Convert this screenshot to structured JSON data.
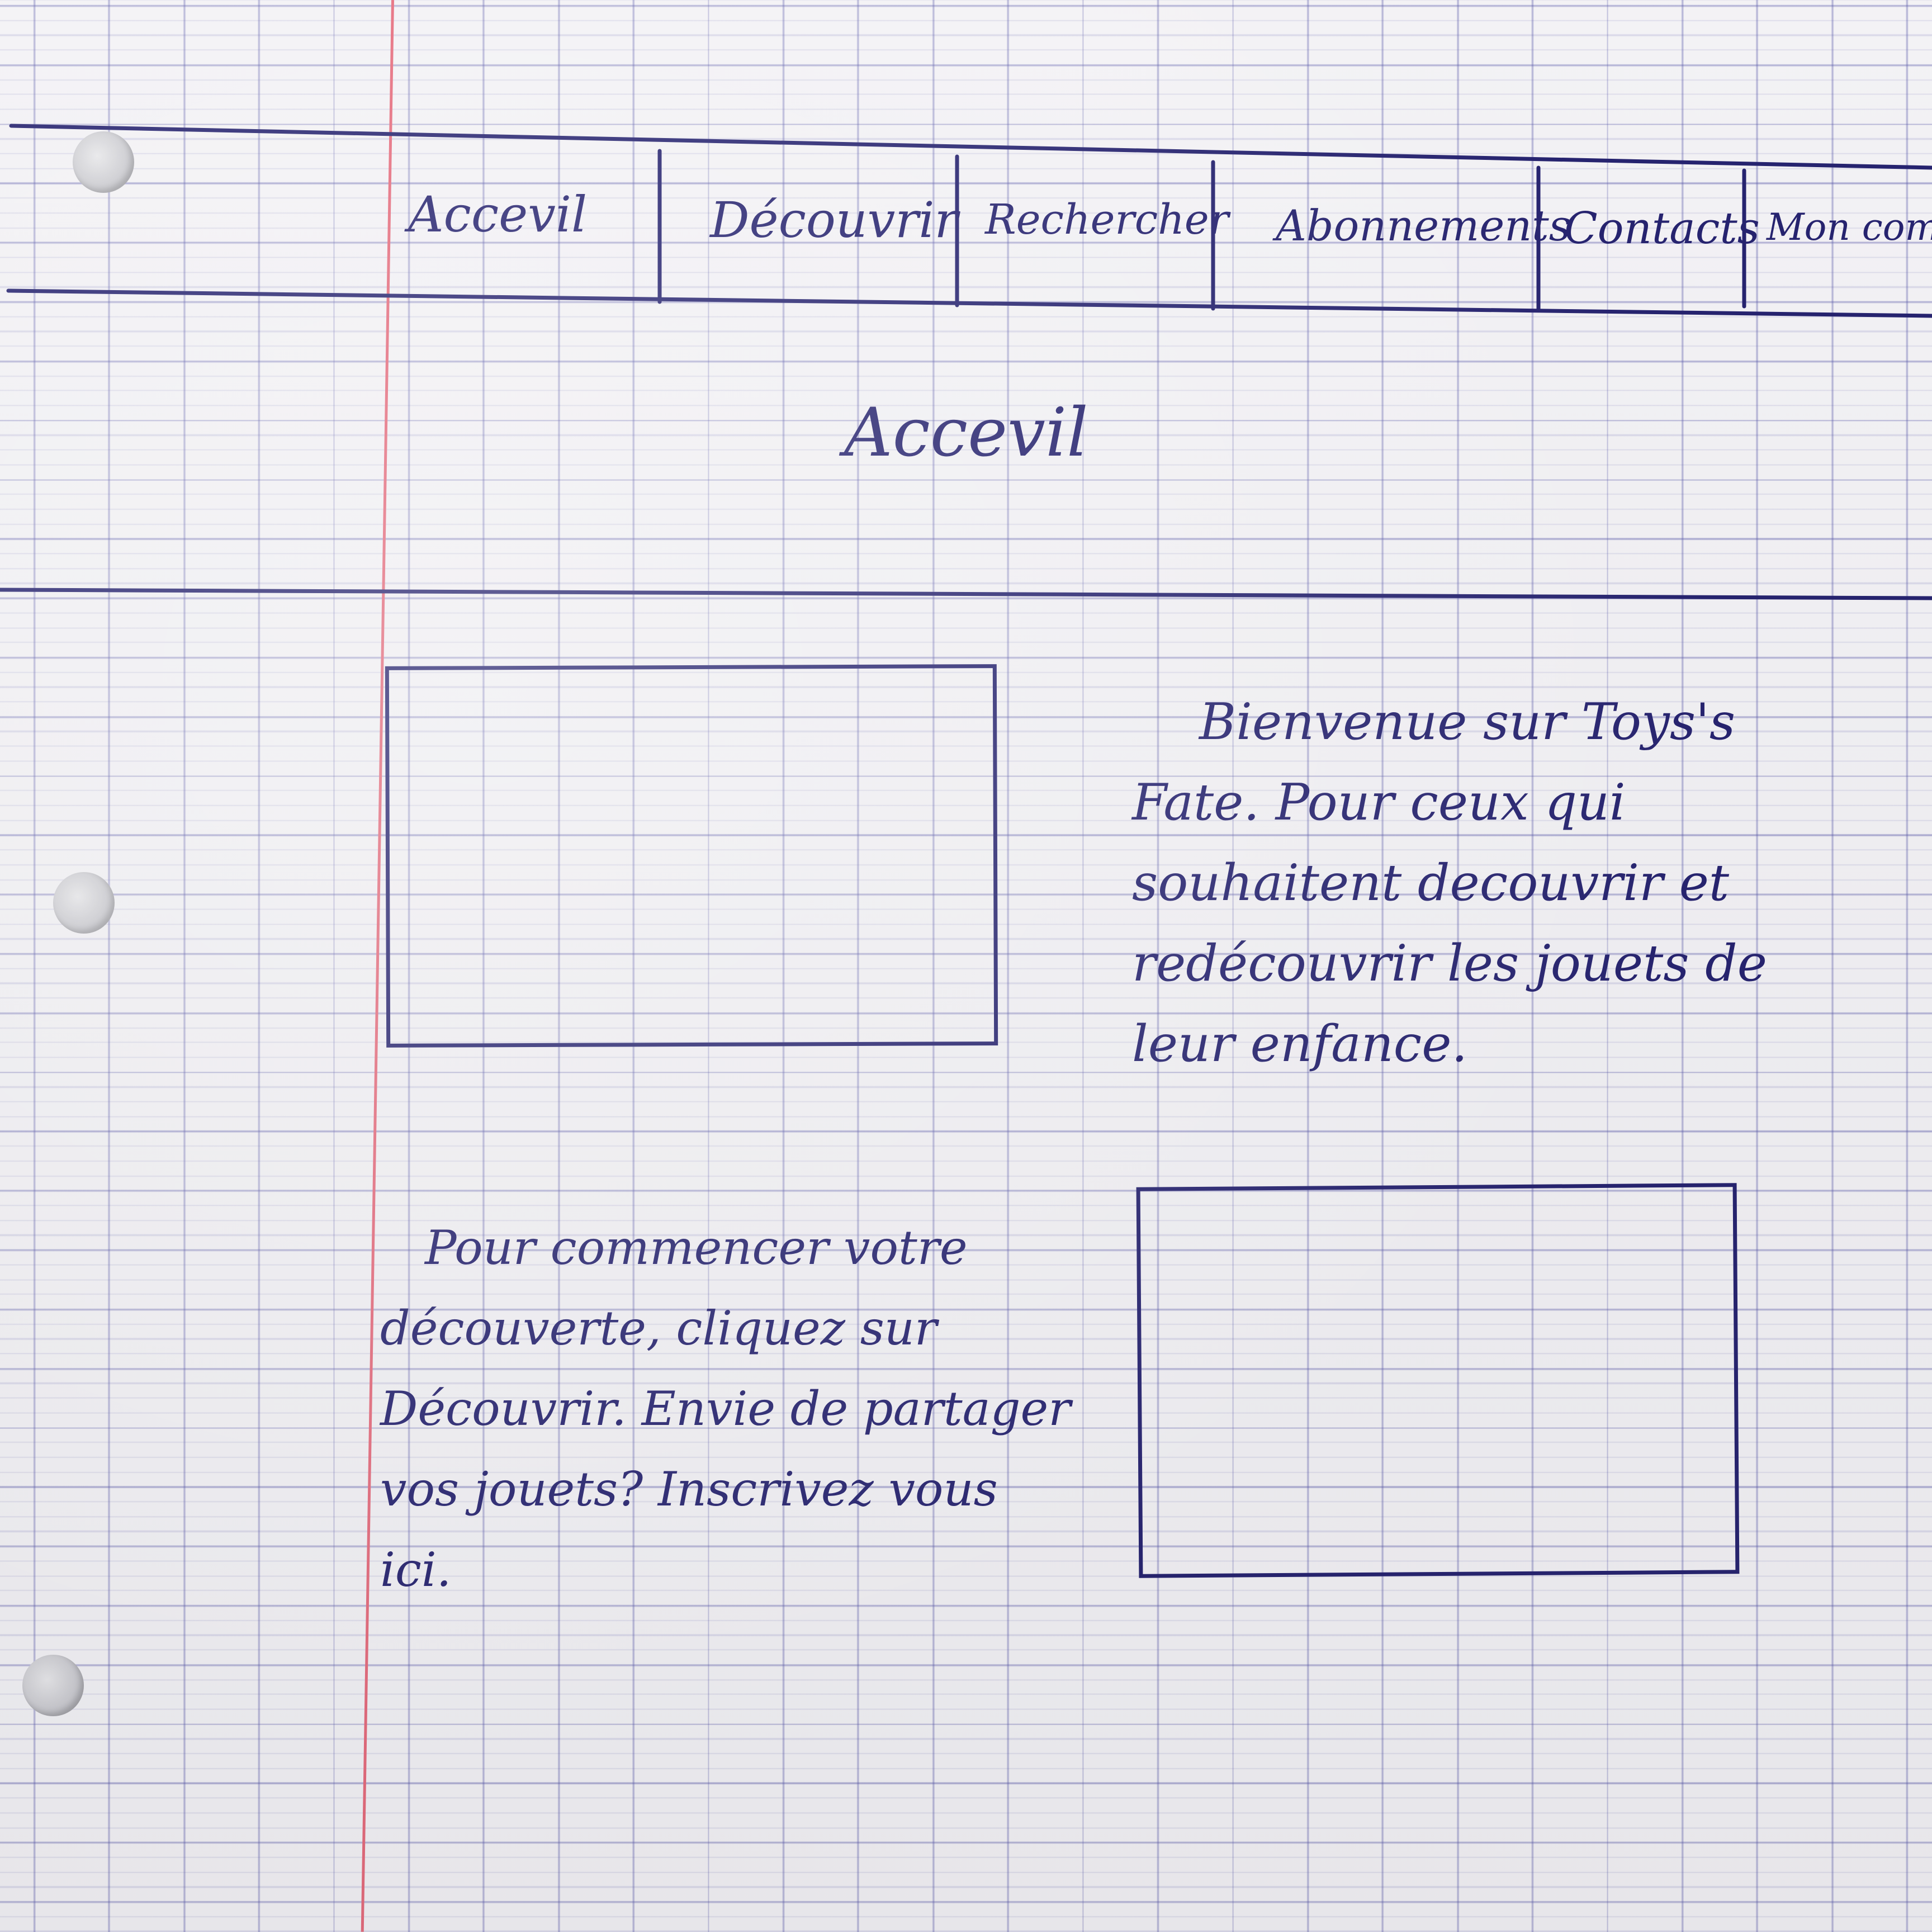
{
  "nav": {
    "items": [
      {
        "label": "Accevil"
      },
      {
        "label": "Découvrir"
      },
      {
        "label": "Rechercher"
      },
      {
        "label": "Abonnements"
      },
      {
        "label": "Contacts"
      },
      {
        "label": "Mon compte"
      }
    ]
  },
  "page": {
    "title": "Accevil"
  },
  "welcome": {
    "text": "Bienvenue sur Toys's Fate. Pour ceux qui souhaitent decouvrir et redécouvrir les jouets de leur enfance."
  },
  "discover": {
    "text": "Pour commencer votre découverte, cliquez sur Découvrir. Envie de partager vos jouets? Inscrivez vous ici."
  },
  "colors": {
    "ink": "#26236f",
    "paper": "#f3f2f5",
    "grid": "#5858a8",
    "margin": "#e56b7c"
  }
}
